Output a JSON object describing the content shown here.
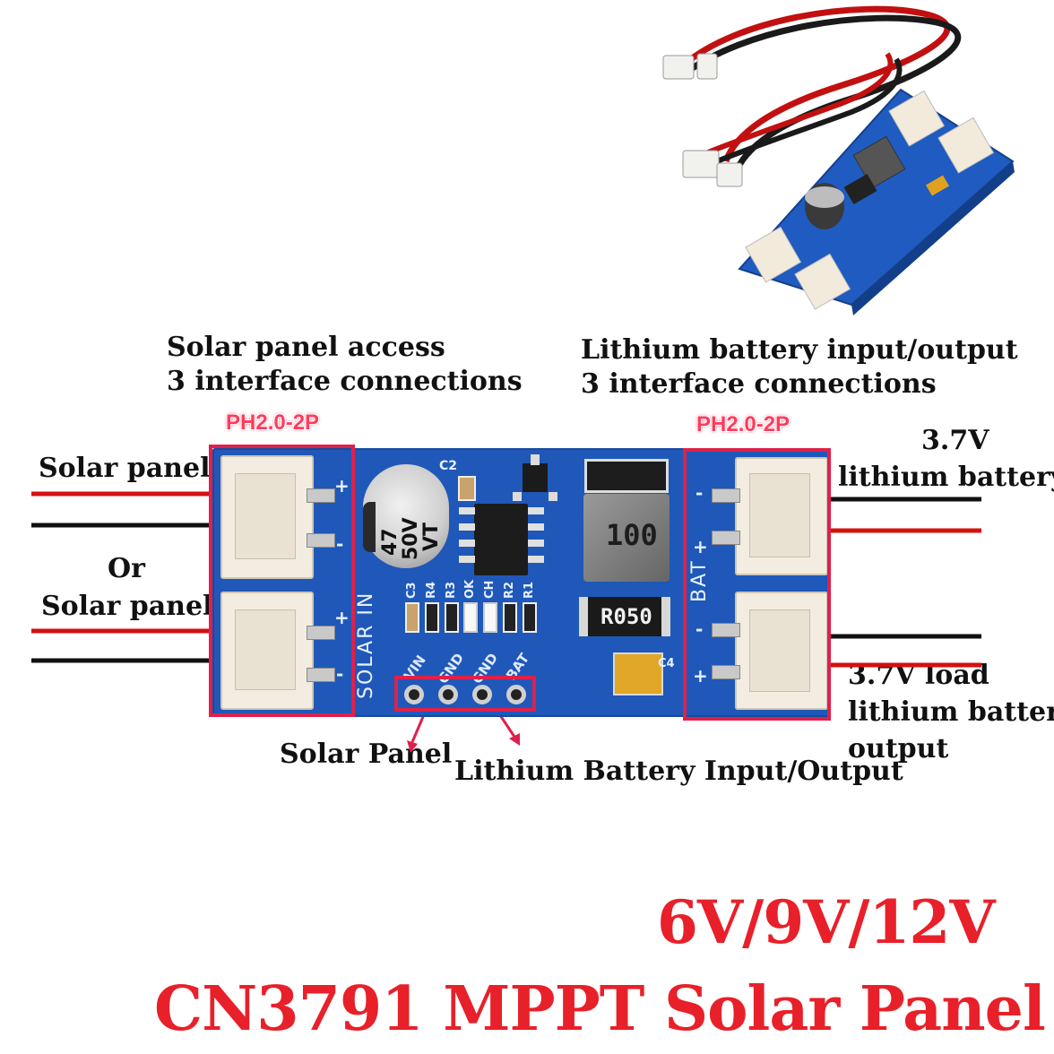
{
  "annotations": {
    "solar_access_line1": "Solar panel access",
    "solar_access_line2": "3 interface connections",
    "lithium_io_line1": "Lithium battery input/output",
    "lithium_io_line2": "3 interface connections",
    "connector_left": "PH2.0-2P",
    "connector_right": "PH2.0-2P",
    "solar_panel_top": "Solar panel",
    "or_label": "Or",
    "solar_panel_bottom": "Solar panel",
    "battery_voltage": "3.7V",
    "battery_label": "lithium battery",
    "load_line1": "3.7V load",
    "load_line2": "lithium battery",
    "load_line3": "output",
    "solar_panel_pins": "Solar Panel",
    "lithium_pins": "Lithium Battery Input/Output"
  },
  "board": {
    "solar_in_silk": "SOLAR IN",
    "bat_silk": "BAT",
    "pins": [
      "VIN",
      "GND",
      "GND",
      "BAT"
    ],
    "capacitor_text": [
      "47",
      "50V",
      "VT"
    ],
    "inductor_text": "100",
    "resistor_text": "R050",
    "small_labels": [
      "C3",
      "R4",
      "R3",
      "OK",
      "CH",
      "R2",
      "R1"
    ],
    "c2": "C2",
    "c4": "C4",
    "plus": "+",
    "minus": "-"
  },
  "title": {
    "voltages": "6V/9V/12V",
    "product": "CN3791 MPPT Solar Panel"
  },
  "colors": {
    "board_blue": "#1f58b8",
    "highlight_red": "#e0204a",
    "title_red": "#e8202a"
  }
}
